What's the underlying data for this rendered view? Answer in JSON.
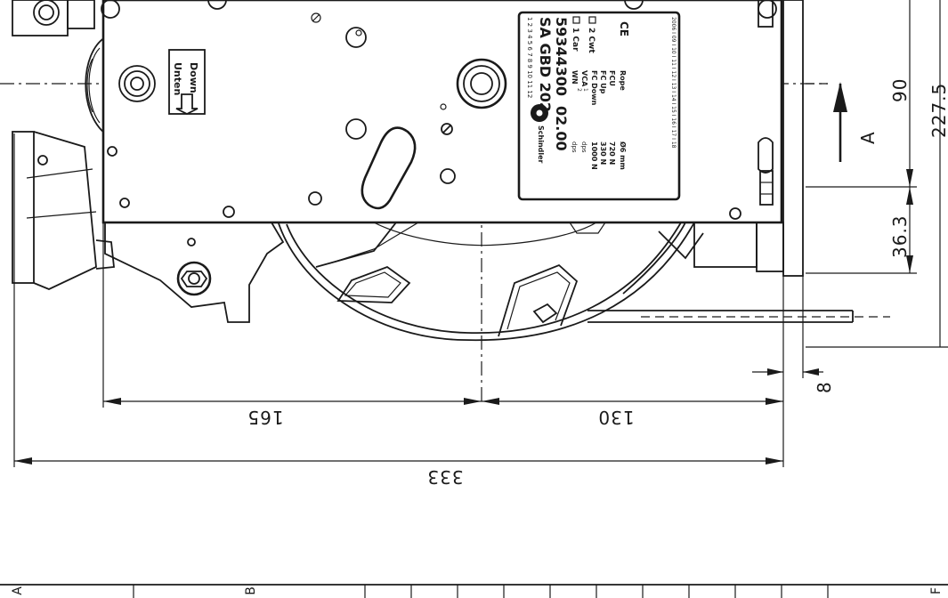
{
  "dimensions": {
    "overall_width": "333",
    "left_span": "165",
    "right_span": "130",
    "height_upper": "90",
    "height_total": "227.5",
    "height_lower": "36.3",
    "offset": "8"
  },
  "section_marker": "A",
  "plate_label": {
    "brand": "Schindler",
    "model": "SA GBD 202",
    "part_no": "59344300",
    "version": "02.00",
    "field_wn": "WN",
    "field_vca": "VCA",
    "vca_1": "1",
    "vca_2": "2",
    "field_fc_down": "FC Down",
    "field_fc_up": "FC Up",
    "field_fcu": "FCU",
    "field_rope": "Rope",
    "val_dps1": "dps",
    "val_dps2": "dps",
    "val_down": "1000 N",
    "val_up": "330 N",
    "val_fcu": "720 N",
    "val_rope": "Ø6 mm",
    "opt_1": "1 Car",
    "opt_2": "2 Cwt",
    "ce_mark": "CE",
    "scale_top": "1 2 3 4 5 6 7 8 9 10 11 12",
    "scale_bottom": "2006 I 09 I 10 I 11 I 12 I 13 I 14 I 15 I 16 I 17 I 18"
  },
  "direction_label": {
    "line1": "Down",
    "line2": "Unten"
  },
  "title_block": {
    "col_a": "A",
    "col_b": "B",
    "col_f": "F"
  }
}
